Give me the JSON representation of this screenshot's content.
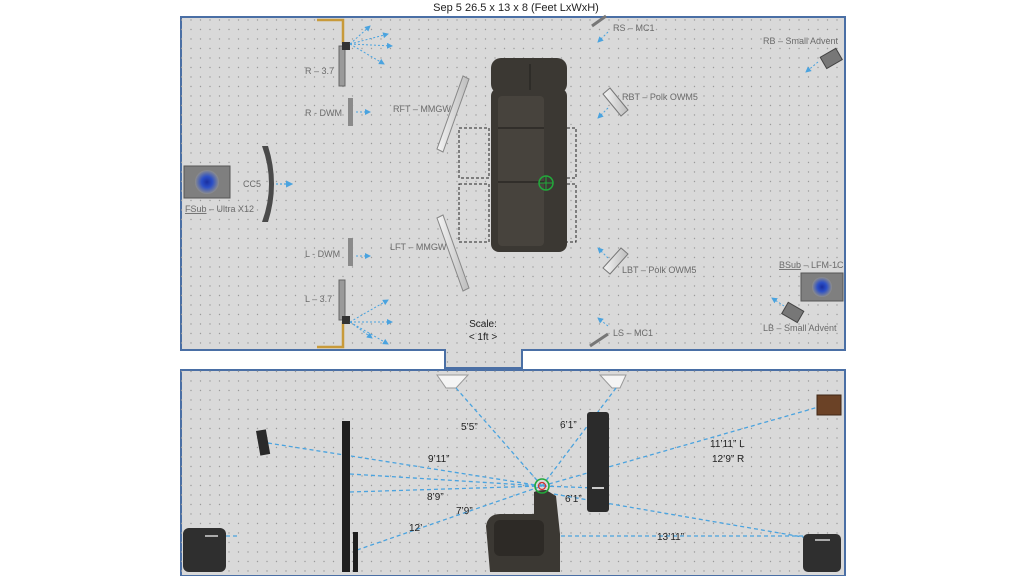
{
  "title": "Sep 5 26.5 x 13 x 8  (Feet LxWxH)",
  "colors": {
    "room_fill": "#d9d9d9",
    "room_border": "#4a6fa5",
    "arrow": "#4aa3df",
    "couch": "#3b3833",
    "panel": "#e8e8e8",
    "baffle_gold": "#c89a3a",
    "sub_blue": "#1e3a8a"
  },
  "plan": {
    "scale_label": "Scale:",
    "scale_value": "< 1ft >",
    "fsub_prefix": "FSub",
    "fsub_suffix": " – Ultra X12",
    "cc5": "CC5",
    "r_37": "R – 3.7",
    "r_dwm": "R - DWM",
    "l_dwm": "L - DWM",
    "l_37": "L – 3.7",
    "rft": "RFT – MMGW",
    "lft": "LFT – MMGW",
    "rs": "RS – MC1",
    "ls": "LS – MC1",
    "rbt": "RBT – Polk OWM5",
    "lbt": "LBT – Polk OWM5",
    "rb": "RB – Small Advent",
    "lb": "LB – Small Advent",
    "bsub_prefix": "BSub",
    "bsub_suffix": " – LFM-1C"
  },
  "elevation": {
    "d_55": "5’5”",
    "d_61_top": "6’1”",
    "d_911": "9’11”",
    "d_89": "8’9”",
    "d_79": "7’9”",
    "d_12": "12’",
    "d_61_bottom": "6’1”",
    "d_1311": "13’11”",
    "d_1111l": "11’11” L",
    "d_129r": "12’9” R"
  }
}
